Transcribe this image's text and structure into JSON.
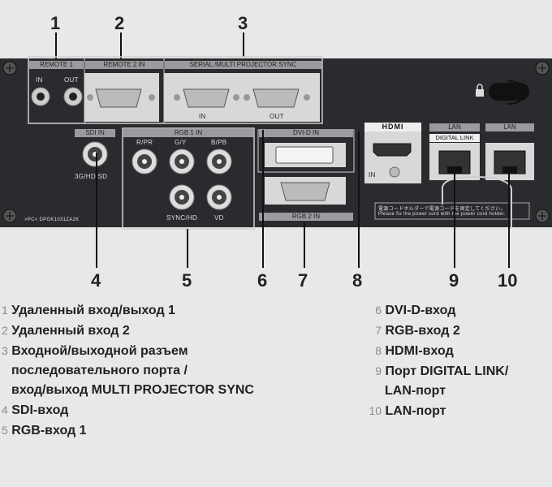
{
  "callouts": [
    "1",
    "2",
    "3",
    "4",
    "5",
    "6",
    "7",
    "8",
    "9",
    "10"
  ],
  "port_labels": {
    "remote1": "REMOTE 1",
    "remote2": "REMOTE 2 IN",
    "serial": "SERIAL /MULTI PROJECTOR SYNC",
    "in": "IN",
    "out": "OUT",
    "serial_in": "IN",
    "serial_out": "OUT",
    "sdi_in": "SDI IN",
    "sdi_sub": "3G/HD/SD",
    "rgb1_in": "RGB 1 IN",
    "rpr": "R/PR",
    "gy": "G/Y",
    "bpb": "B/PB",
    "synchd": "SYNC/HD",
    "vd": "VD",
    "dvid_in": "DVI-D IN",
    "rgb2_in": "RGB 2 IN",
    "hdmi": "HDMI",
    "hdmi_in": "IN",
    "lan1": "LAN",
    "digital_link": "DIGITAL LINK",
    "lan2": "LAN",
    "jp_note": "電源コードホルダーで電源コードを固定してください。",
    "en_note": "Please fix the power cord with the power cord holder.",
    "pc_code": ">PC< DPGK1031ZA2K"
  },
  "legend_left": [
    {
      "num": "1",
      "text": "Удаленный вход/выход 1"
    },
    {
      "num": "2",
      "text": "Удаленный вход 2"
    },
    {
      "num": "3",
      "text": "Входной/выходной разъем"
    },
    {
      "num": "",
      "text": "последовательного порта /"
    },
    {
      "num": "",
      "text": "вход/выход MULTI PROJECTOR SYNC"
    },
    {
      "num": "4",
      "text": "SDI-вход"
    },
    {
      "num": "5",
      "text": "RGB-вход 1"
    }
  ],
  "legend_right": [
    {
      "num": "6",
      "text": "DVI-D-вход"
    },
    {
      "num": "7",
      "text": "RGB-вход 2"
    },
    {
      "num": "8",
      "text": "HDMI-вход"
    },
    {
      "num": "9",
      "text": "Порт DIGITAL LINK/"
    },
    {
      "num": "",
      "text": "LAN-порт"
    },
    {
      "num": "10",
      "text": "LAN-порт"
    }
  ]
}
